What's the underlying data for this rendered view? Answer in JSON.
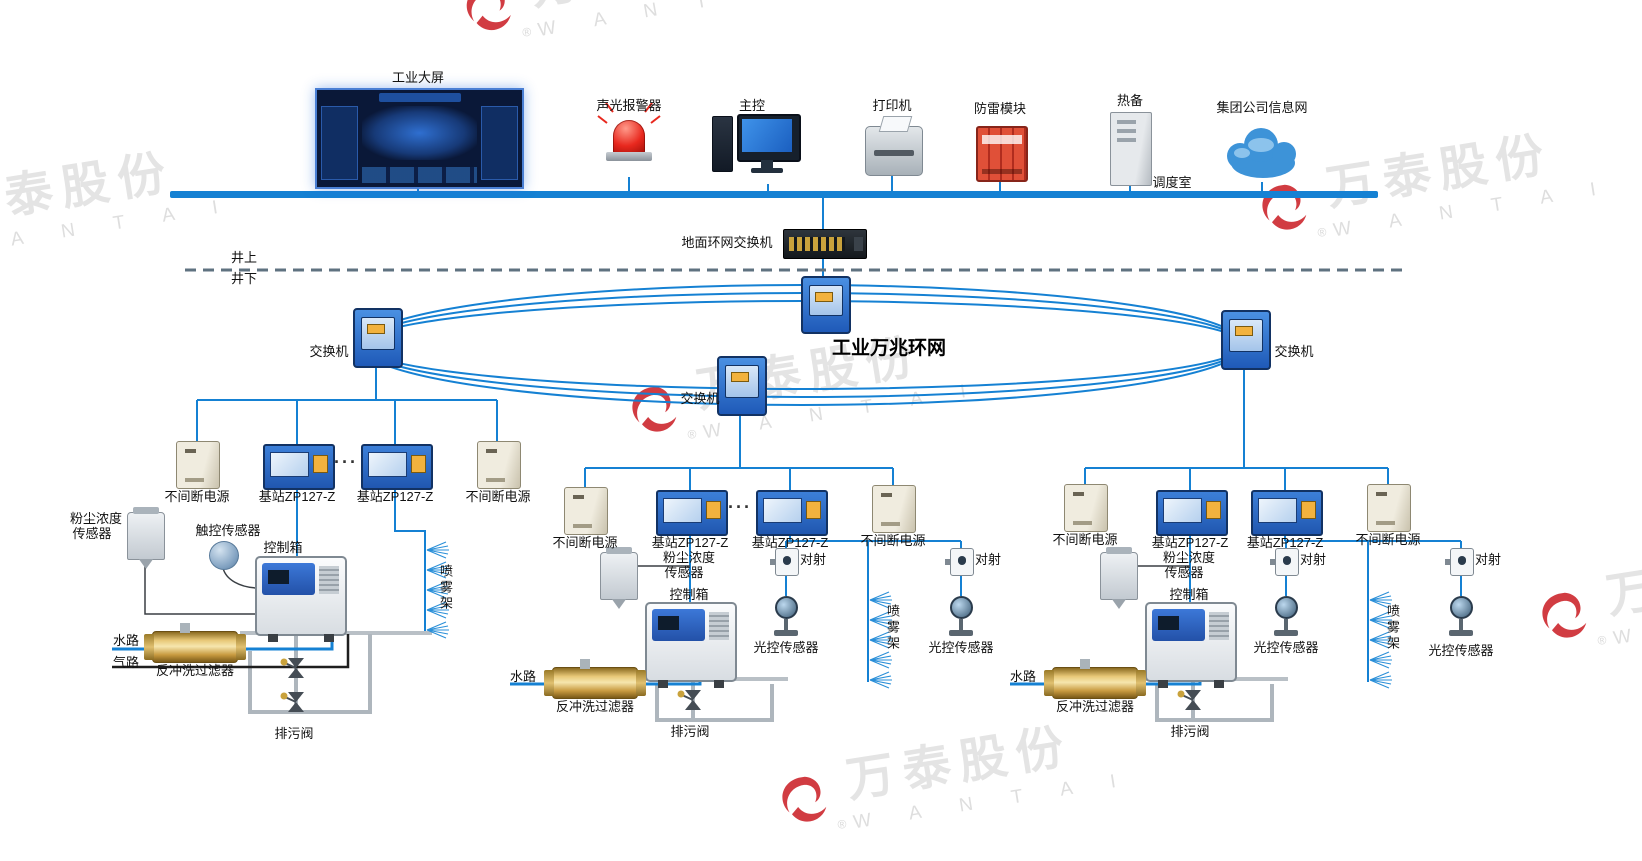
{
  "top": {
    "big_screen": "工业大屏",
    "alarm": "声光报警器",
    "main": "主控",
    "printer": "打印机",
    "lightning": "防雷模块",
    "hot_standby": "热备",
    "dispatch": "调度室",
    "cloud": "集团公司信息网",
    "ground_switch": "地面环网交换机"
  },
  "divider": {
    "above": "井上",
    "below": "井下"
  },
  "ring": {
    "title": "工业万兆环网",
    "switch": "交换机"
  },
  "labels": {
    "ups": "不间断电源",
    "base": "基站ZP127-Z",
    "dots": "···",
    "dust1": "粉尘浓度",
    "dust2": "传感器",
    "touch": "触控传感器",
    "control": "控制箱",
    "spray": "喷雾架",
    "water": "水路",
    "gas": "气路",
    "filter": "反冲洗过滤器",
    "drain": "排污阀",
    "beam": "对射",
    "light": "光控传感器"
  },
  "watermark": {
    "cn": "万泰股份",
    "en": "W A N T A I",
    "reg": "®"
  },
  "colors": {
    "network_blue": "#1581d3",
    "alarm_red": "#e8281e",
    "watermark_red": "#cb2229",
    "pipe_gray": "#aeb6bd",
    "gas_black": "#1e1e1e"
  }
}
